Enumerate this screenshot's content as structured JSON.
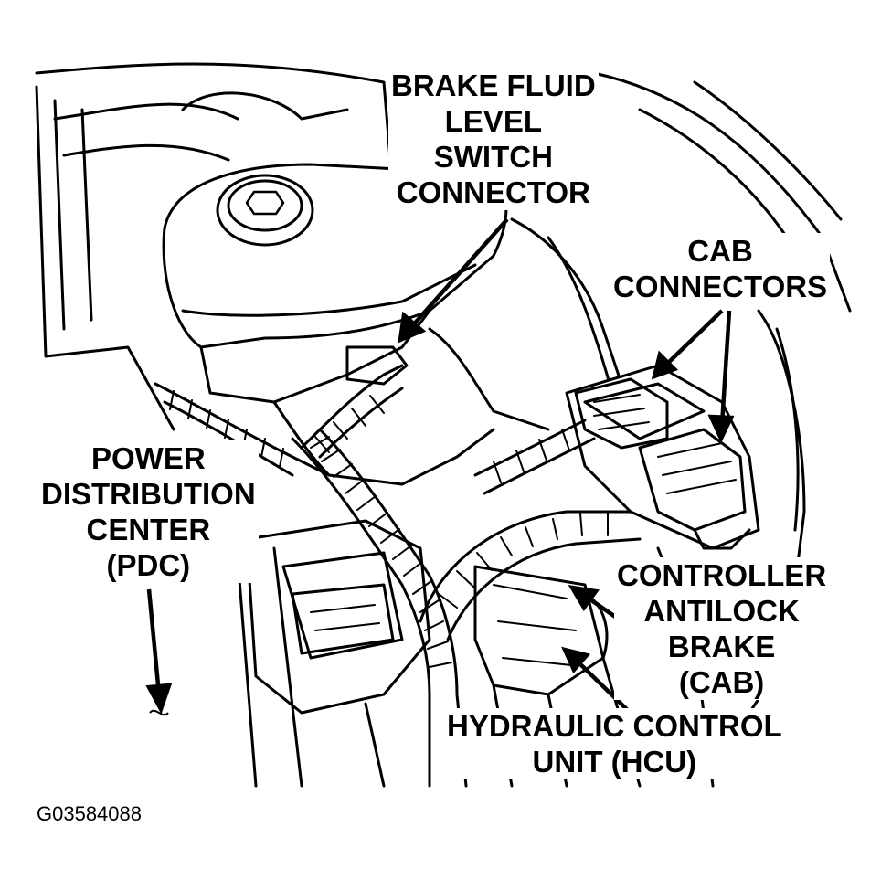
{
  "callouts": {
    "brake_fluid": [
      "BRAKE FLUID",
      "LEVEL",
      "SWITCH",
      "CONNECTOR"
    ],
    "cab_connectors": [
      "CAB",
      "CONNECTORS"
    ],
    "pdc": [
      "POWER",
      "DISTRIBUTION",
      "CENTER",
      "(PDC)"
    ],
    "cab": [
      "CONTROLLER",
      "ANTILOCK",
      "BRAKE",
      "(CAB)"
    ],
    "hcu": [
      "HYDRAULIC CONTROL",
      "UNIT (HCU)"
    ]
  },
  "figure_id": "G03584088"
}
